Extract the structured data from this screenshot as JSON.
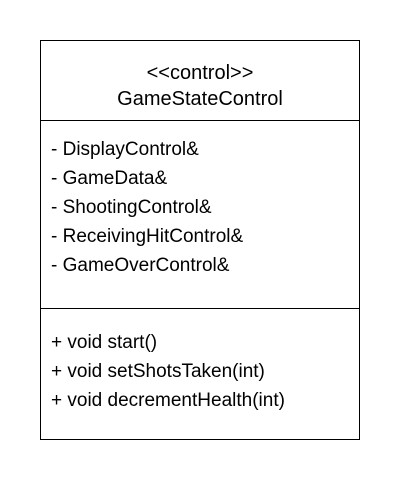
{
  "diagram": {
    "class": {
      "stereotype": "<<control>>",
      "name": "GameStateControl",
      "attributes": [
        "- DisplayControl&",
        "- GameData&",
        "- ShootingControl&",
        "- ReceivingHitControl&",
        "- GameOverControl&"
      ],
      "operations": [
        "+ void start()",
        "+ void setShotsTaken(int)",
        "+ void decrementHealth(int)"
      ]
    }
  }
}
